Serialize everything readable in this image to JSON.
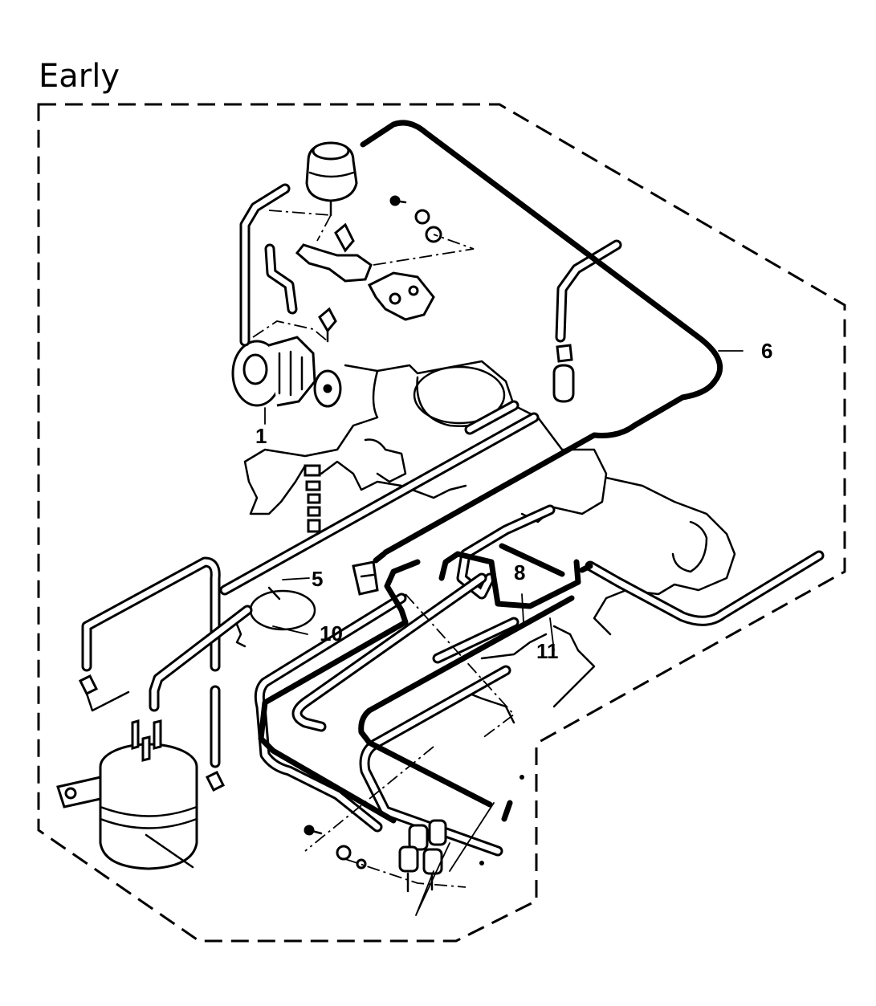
{
  "title": "Early",
  "callouts": [
    "1",
    "5",
    "6",
    "8",
    "10",
    "11"
  ],
  "style": {
    "ink": "#000000",
    "paper": "#ffffff"
  }
}
